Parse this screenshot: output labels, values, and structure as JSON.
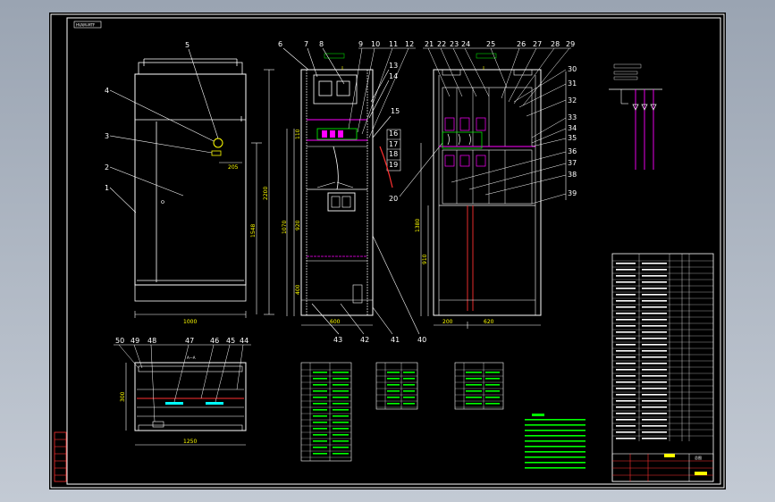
{
  "drawing": {
    "tag_text": "HVAM-MTF",
    "view_label_section": "A—A",
    "balloons_front": [
      "1",
      "2",
      "3",
      "4",
      "5"
    ],
    "balloons_frame_top": [
      "6",
      "7",
      "8",
      "9",
      "10",
      "11",
      "12"
    ],
    "balloons_frame_right": [
      "13",
      "14",
      "15",
      "16",
      "17",
      "18",
      "19",
      "20"
    ],
    "balloons_rear_top": [
      "21",
      "22",
      "23",
      "24",
      "25",
      "26",
      "27",
      "28",
      "29"
    ],
    "balloons_rear_right": [
      "30",
      "31",
      "32",
      "33",
      "34",
      "35",
      "36",
      "37",
      "38",
      "39"
    ],
    "balloons_frame_bottom": [
      "43",
      "42",
      "41",
      "40"
    ],
    "balloons_plan": [
      "50",
      "49",
      "48",
      "47",
      "46",
      "45",
      "44"
    ],
    "dims": {
      "front_width": "1000",
      "front_h1": "1548",
      "front_h2": "2200",
      "front_h3": "205",
      "frame_width": "600",
      "frame_h1": "110",
      "frame_h2": "1070",
      "frame_h3": "920",
      "frame_h4": "400",
      "rear_w1": "200",
      "rear_w2": "620",
      "rear_h1": "1380",
      "rear_h2": "910",
      "plan_width": "1250",
      "plan_depth": "300"
    },
    "title_block_label": "总图"
  },
  "colors": {
    "background": "#000000",
    "line_white": "#ffffff",
    "dim_yellow": "#ffff00",
    "accent_magenta": "#ff00ff",
    "accent_red": "#ff3030",
    "accent_green": "#00ff00",
    "accent_cyan": "#00ffff"
  }
}
